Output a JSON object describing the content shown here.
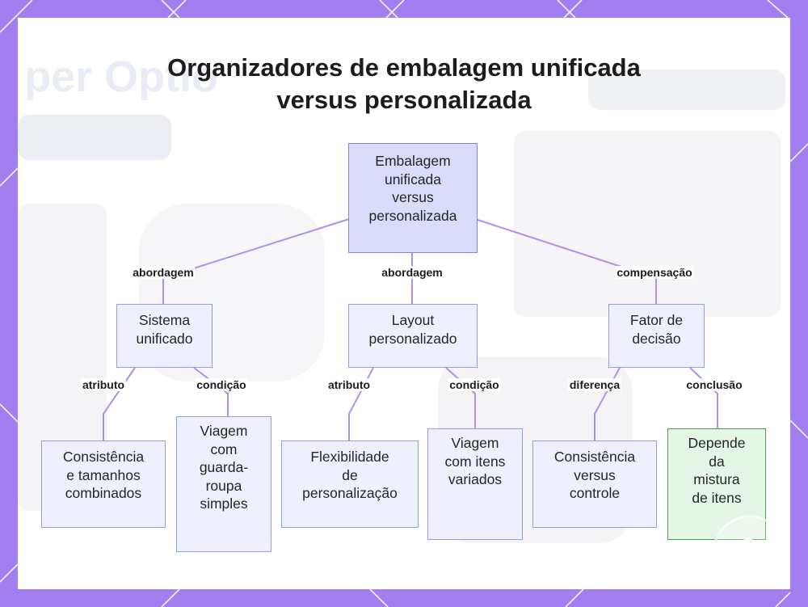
{
  "title": [
    "Organizadores de embalagem unificada",
    "versus personalizada"
  ],
  "nodes": {
    "root": [
      "Embalagem",
      "unificada",
      "versus",
      "personalizada"
    ],
    "unified": [
      "Sistema",
      "unificado"
    ],
    "custom": [
      "Layout",
      "personalizado"
    ],
    "decision": [
      "Fator de",
      "decisão"
    ],
    "consistency": [
      "Consistência",
      "e tamanhos",
      "combinados"
    ],
    "simple_trip": [
      "Viagem",
      "com",
      "guarda-",
      "roupa",
      "simples"
    ],
    "flexibility": [
      "Flexibilidade",
      "de",
      "personalização"
    ],
    "varied_trip": [
      "Viagem",
      "com itens",
      "variados"
    ],
    "consistency_control": [
      "Consistência",
      "versus",
      "controle"
    ],
    "depends": [
      "Depende",
      "da",
      "mistura",
      "de itens"
    ]
  },
  "edge_labels": {
    "root_unified": "abordagem",
    "root_custom": "abordagem",
    "root_decision": "compensação",
    "unified_consistency": "atributo",
    "unified_simple": "condição",
    "custom_flex": "atributo",
    "custom_varied": "condição",
    "decision_diff": "diferença",
    "decision_concl": "conclusão"
  },
  "colors": {
    "background": "#a27ff0",
    "node_fill": "#eef1fd",
    "node_border": "#8f9ee6",
    "root_fill": "#d9dcfb",
    "conclusion_fill": "#e6f6e6",
    "conclusion_border": "#4aa04a",
    "edge": "#b08fe6"
  },
  "badge_icon": "bag-icon"
}
